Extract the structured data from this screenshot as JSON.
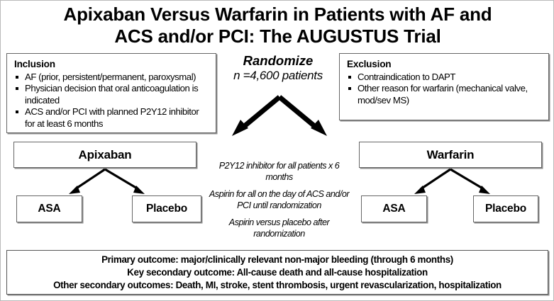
{
  "title": {
    "line1": "Apixaban Versus Warfarin in Patients with AF and",
    "line2": "ACS and/or PCI: The AUGUSTUS Trial"
  },
  "inclusion": {
    "header": "Inclusion",
    "items": [
      "AF (prior, persistent/permanent, paroxysmal)",
      "Physician decision that oral anticoagulation is indicated",
      "ACS and/or PCI with planned P2Y12 inhibitor for at least 6 months"
    ]
  },
  "exclusion": {
    "header": "Exclusion",
    "items": [
      "Contraindication to DAPT",
      "Other reason for warfarin (mechanical valve, mod/sev MS)"
    ]
  },
  "randomize": {
    "title": "Randomize",
    "subtitle": "n =4,600 patients"
  },
  "arms": {
    "left": {
      "label": "Apixaban",
      "children": [
        "ASA",
        "Placebo"
      ]
    },
    "right": {
      "label": "Warfarin",
      "children": [
        "ASA",
        "Placebo"
      ]
    }
  },
  "center_notes": [
    "P2Y12 inhibitor for all patients x 6 months",
    "Aspirin for all on the day of ACS and/or PCI until randomization",
    "Aspirin versus placebo after randomization"
  ],
  "outcomes": [
    "Primary outcome: major/clinically relevant non-major bleeding (through 6 months)",
    "Key secondary outcome: All-cause death and all-cause hospitalization",
    "Other secondary outcomes: Death, MI, stroke, stent thrombosis, urgent revascularization, hospitalization"
  ],
  "colors": {
    "box_border": "#666666",
    "arrow": "#000000",
    "text": "#000000",
    "background": "#ffffff"
  }
}
